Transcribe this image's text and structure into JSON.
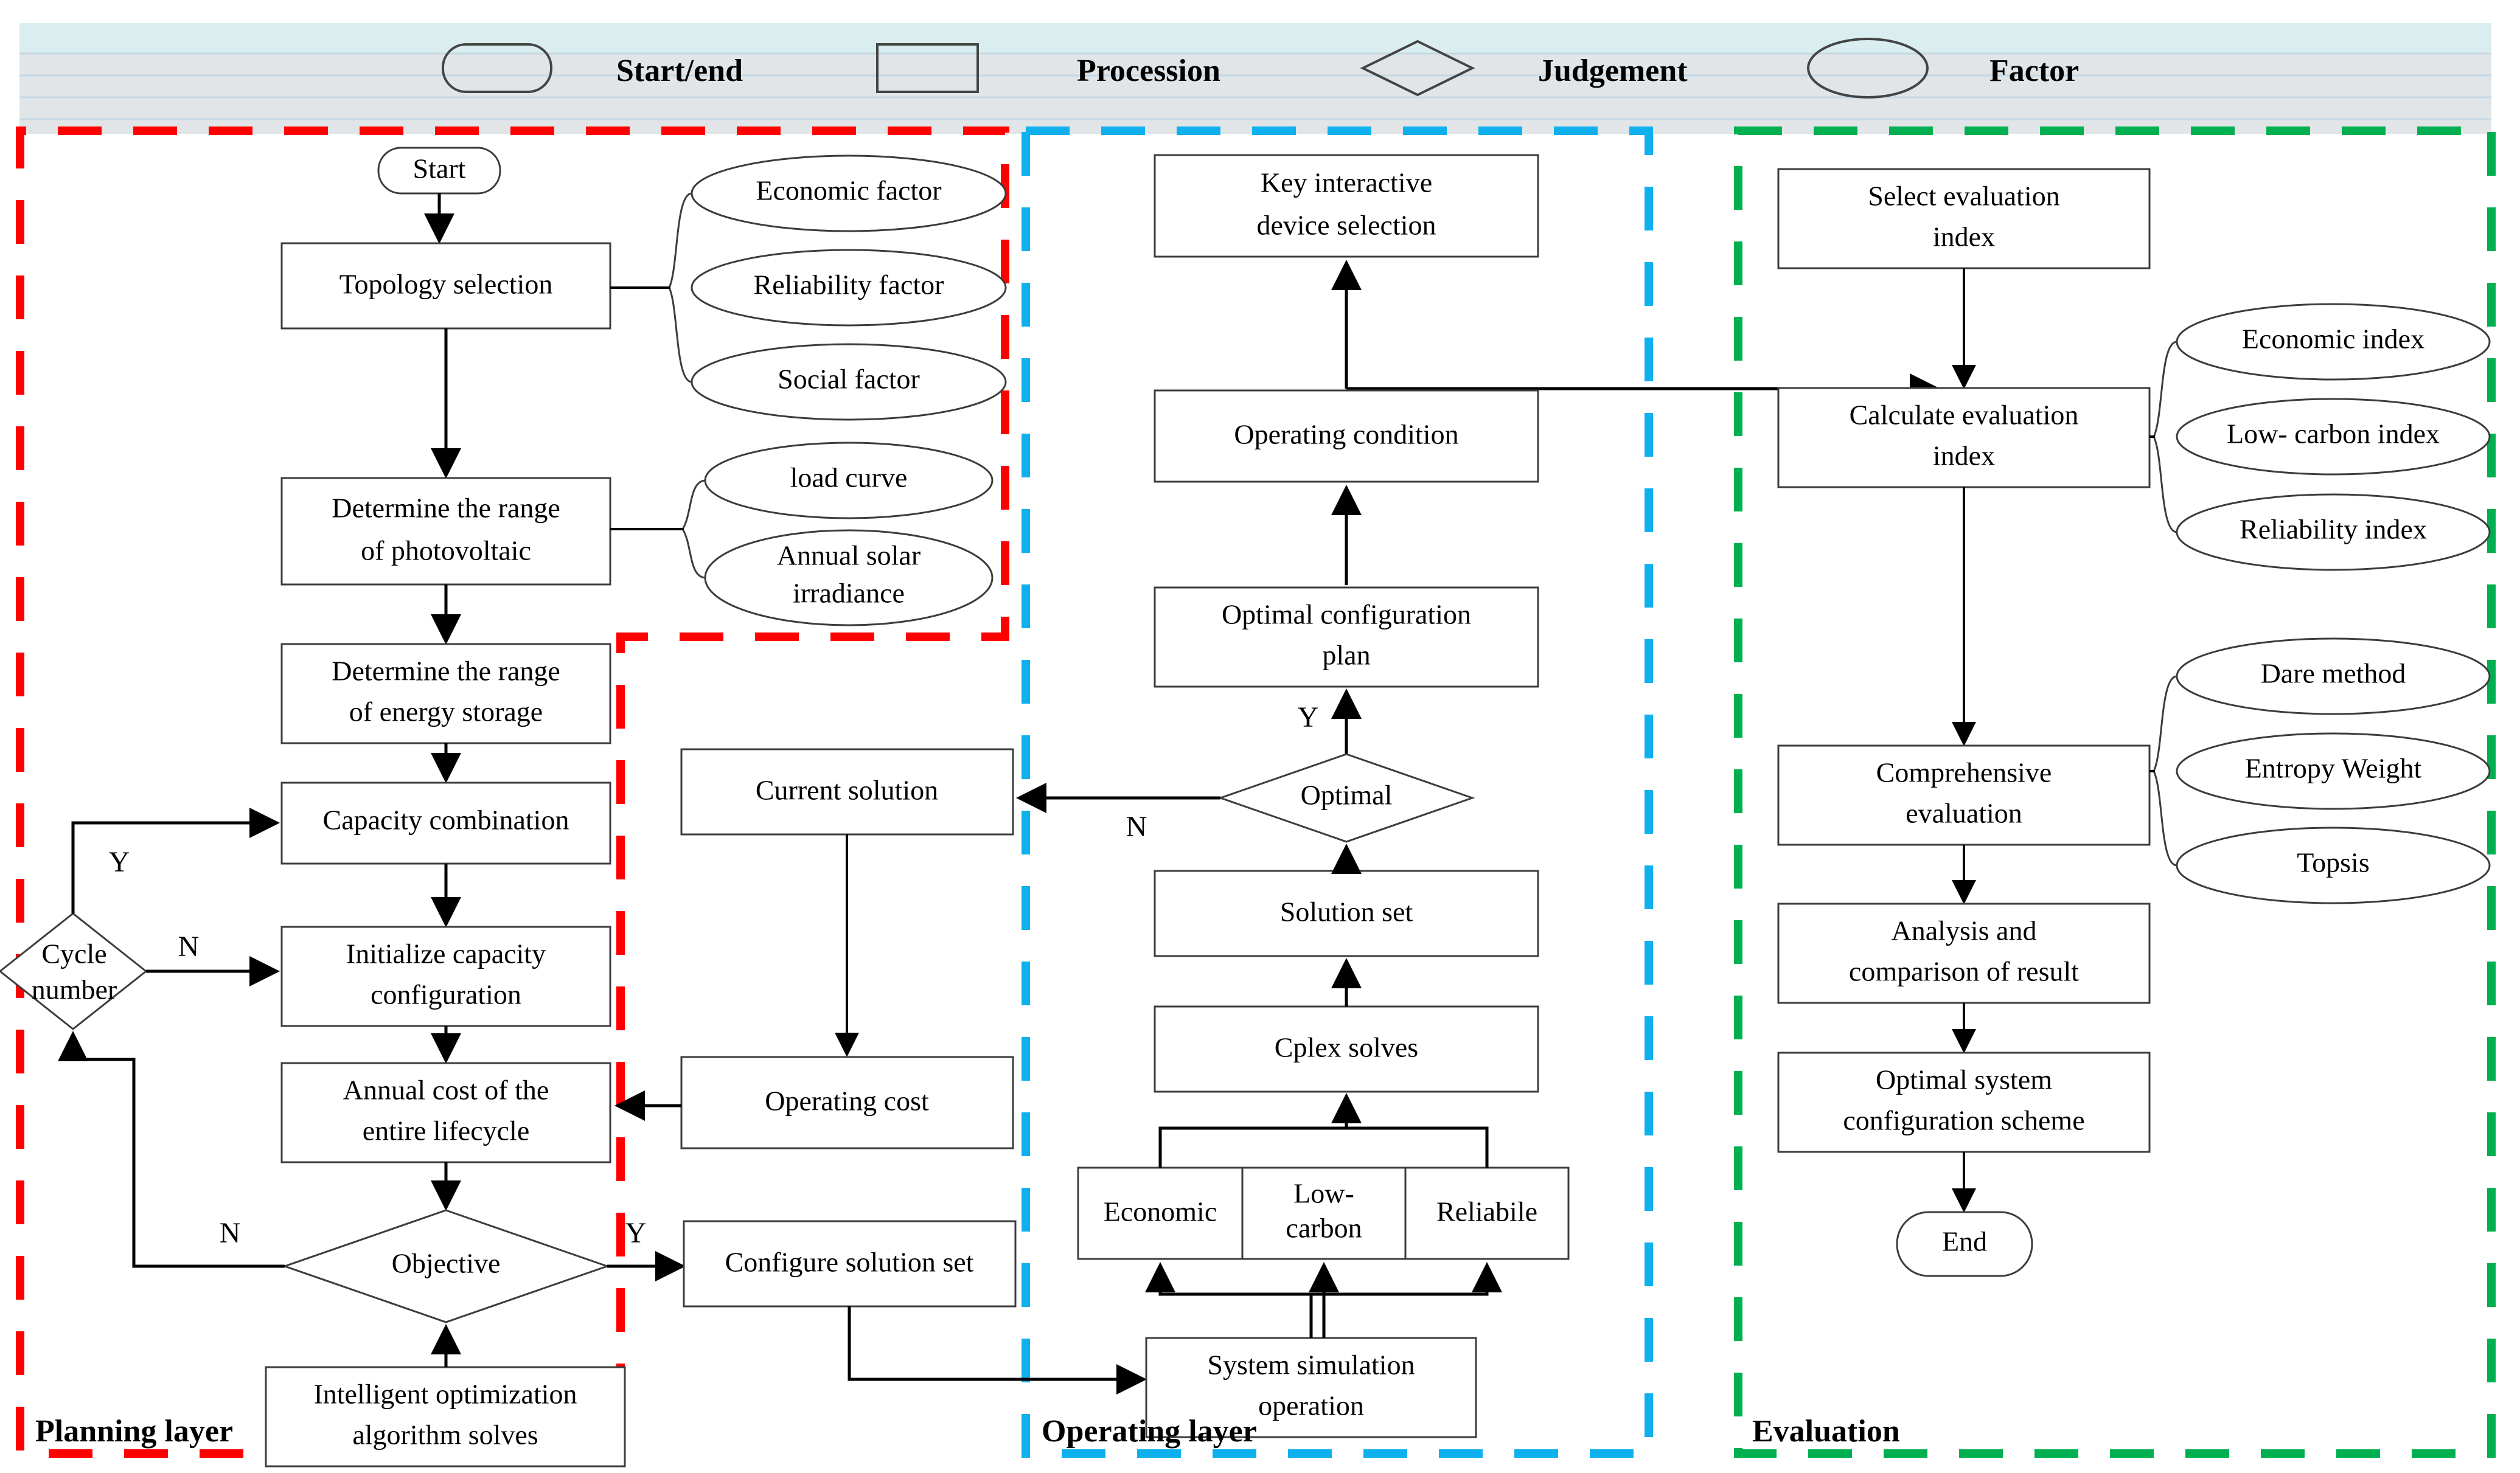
{
  "legend": {
    "items": [
      {
        "shape": "rounded-rect",
        "label": "Start/end"
      },
      {
        "shape": "rect",
        "label": "Procession"
      },
      {
        "shape": "diamond",
        "label": "Judgement"
      },
      {
        "shape": "ellipse",
        "label": "Factor"
      }
    ],
    "bar_color_top": "#daeef0",
    "bar_color_body": "#e1e5e7"
  },
  "layers": [
    {
      "id": "planning",
      "label": "Planning layer",
      "color": "#ff0000"
    },
    {
      "id": "operating",
      "label": "Operating layer",
      "color": "#0fb0ee"
    },
    {
      "id": "evaluation",
      "label": "Evaluation",
      "color": "#00b050"
    }
  ],
  "planning": {
    "start": "Start",
    "topology_selection": "Topology selection",
    "determine_photovoltaic": "Determine the range\nof photovoltaic",
    "determine_energy_storage": "Determine the range\nof energy storage",
    "capacity_combination": "Capacity combination",
    "initialize_capacity": "Initialize capacity\nconfiguration",
    "annual_cost": "Annual cost of the\nentire lifecycle",
    "cycle_number": "Cycle\nnumber",
    "objective": "Objective",
    "intelligent_algorithm": "Intelligent optimization\nalgorithm solves",
    "current_solution": "Current solution",
    "operating_cost": "Operating cost",
    "configure_solution_set": "Configure solution set",
    "factors_topology": [
      "Economic factor",
      "Reliability factor",
      "Social factor"
    ],
    "factors_photovoltaic": [
      "load curve",
      "Annual solar\nirradiance"
    ],
    "branch_cycle_yes": "Y",
    "branch_cycle_no": "N",
    "branch_objective_yes": "Y",
    "branch_objective_no": "N"
  },
  "operating": {
    "key_device": "Key interactive\ndevice selection",
    "operating_condition": "Operating condition",
    "optimal_config_plan": "Optimal configuration\nplan",
    "optimal": "Optimal",
    "solution_set": "Solution set",
    "cplex_solves": "Cplex solves",
    "objectives": [
      "Economic",
      "Low-\ncarbon",
      "Reliabile"
    ],
    "system_simulation": "System simulation\noperation",
    "branch_optimal_yes": "Y",
    "branch_optimal_no": "N"
  },
  "evaluation": {
    "select_index": "Select evaluation\nindex",
    "calculate_index": "Calculate evaluation\nindex",
    "comprehensive_evaluation": "Comprehensive\nevaluation",
    "analysis_comparison": "Analysis and\ncomparison of result",
    "optimal_system_scheme": "Optimal system\nconfiguration scheme",
    "end": "End",
    "indices": [
      "Economic index",
      "Low- carbon index",
      "Reliability index"
    ],
    "methods": [
      "Dare method",
      "Entropy Weight",
      "Topsis"
    ]
  }
}
